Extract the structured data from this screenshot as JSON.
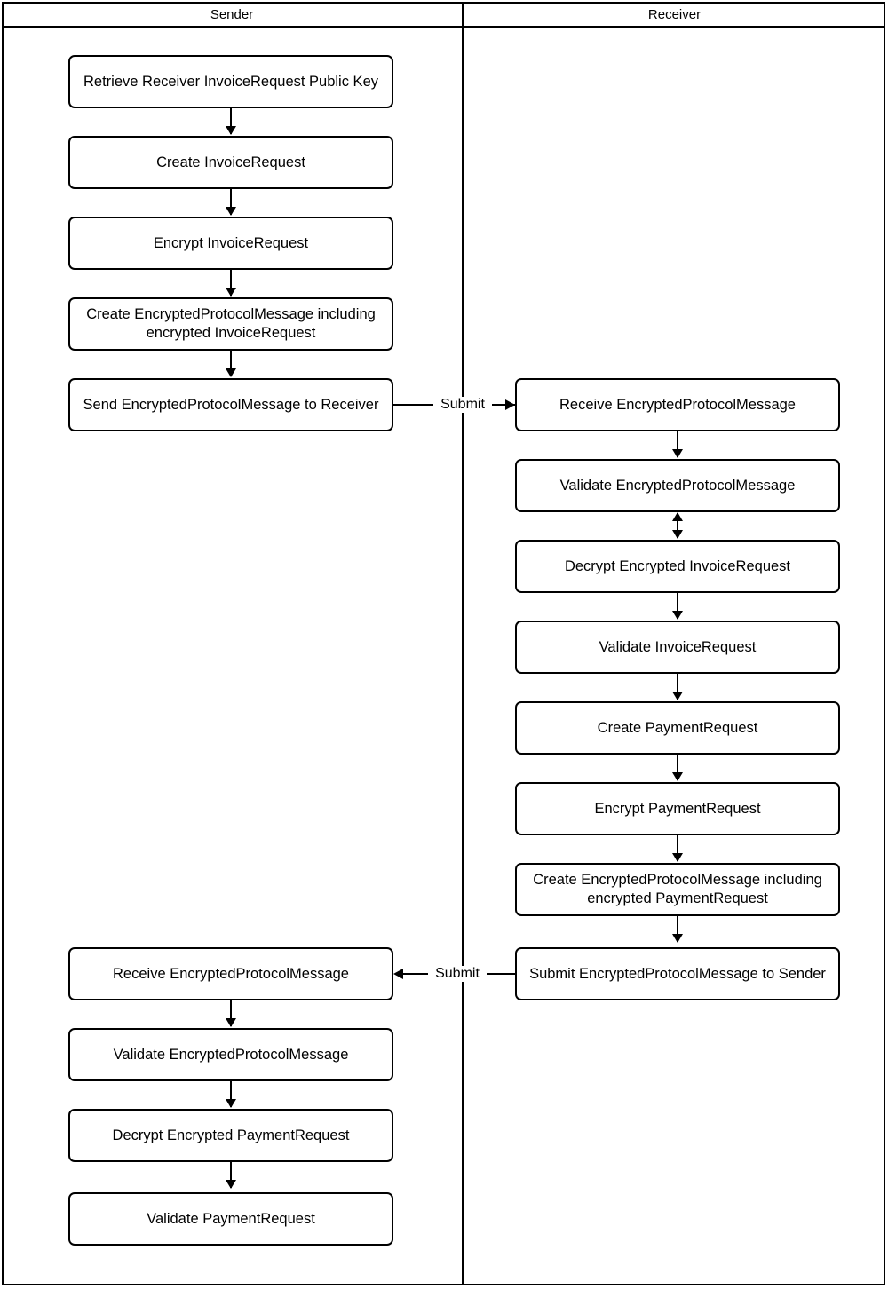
{
  "diagram": {
    "type": "swimlane-flowchart",
    "lanes": [
      {
        "id": "sender",
        "title": "Sender"
      },
      {
        "id": "receiver",
        "title": "Receiver"
      }
    ],
    "sender_nodes": [
      {
        "id": "s1",
        "label": "Retrieve Receiver InvoiceRequest Public Key"
      },
      {
        "id": "s2",
        "label": "Create InvoiceRequest"
      },
      {
        "id": "s3",
        "label": "Encrypt InvoiceRequest"
      },
      {
        "id": "s4",
        "label": "Create EncryptedProtocolMessage including encrypted InvoiceRequest"
      },
      {
        "id": "s5",
        "label": "Send EncryptedProtocolMessage to Receiver"
      },
      {
        "id": "s6",
        "label": "Receive EncryptedProtocolMessage"
      },
      {
        "id": "s7",
        "label": "Validate EncryptedProtocolMessage"
      },
      {
        "id": "s8",
        "label": "Decrypt Encrypted PaymentRequest"
      },
      {
        "id": "s9",
        "label": "Validate PaymentRequest"
      }
    ],
    "receiver_nodes": [
      {
        "id": "r1",
        "label": "Receive EncryptedProtocolMessage"
      },
      {
        "id": "r2",
        "label": "Validate EncryptedProtocolMessage"
      },
      {
        "id": "r3",
        "label": "Decrypt Encrypted InvoiceRequest"
      },
      {
        "id": "r4",
        "label": "Validate InvoiceRequest"
      },
      {
        "id": "r5",
        "label": "Create PaymentRequest"
      },
      {
        "id": "r6",
        "label": "Encrypt PaymentRequest"
      },
      {
        "id": "r7",
        "label": "Create EncryptedProtocolMessage including encrypted PaymentRequest"
      },
      {
        "id": "r8",
        "label": "Submit EncryptedProtocolMessage to Sender"
      }
    ],
    "edge_labels": {
      "submit_to_receiver": "Submit",
      "submit_to_sender": "Submit"
    },
    "colors": {
      "stroke": "#000000",
      "fill": "#ffffff",
      "text": "#000000"
    }
  }
}
